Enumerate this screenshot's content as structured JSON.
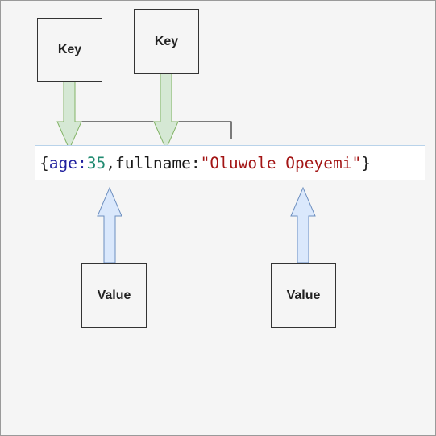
{
  "colors": {
    "key_arrow_fill": "#d5e8d4",
    "key_arrow_stroke": "#82b366",
    "value_arrow_fill": "#dae8fc",
    "value_arrow_stroke": "#6c8ebf",
    "code_key": "#1f1f9e",
    "code_number": "#1f8a70",
    "code_string": "#a31515"
  },
  "boxes": {
    "key_1": "Key",
    "key_2": "Key",
    "value_1": "Value",
    "value_2": "Value"
  },
  "code": {
    "open_brace": "{",
    "key_age": "age",
    "colon_1": ":",
    "value_age": "35",
    "comma": ",",
    "key_fullname": "fullname",
    "colon_2": ":",
    "value_fullname": "\"Oluwole Opeyemi\"",
    "close_brace": "}"
  }
}
